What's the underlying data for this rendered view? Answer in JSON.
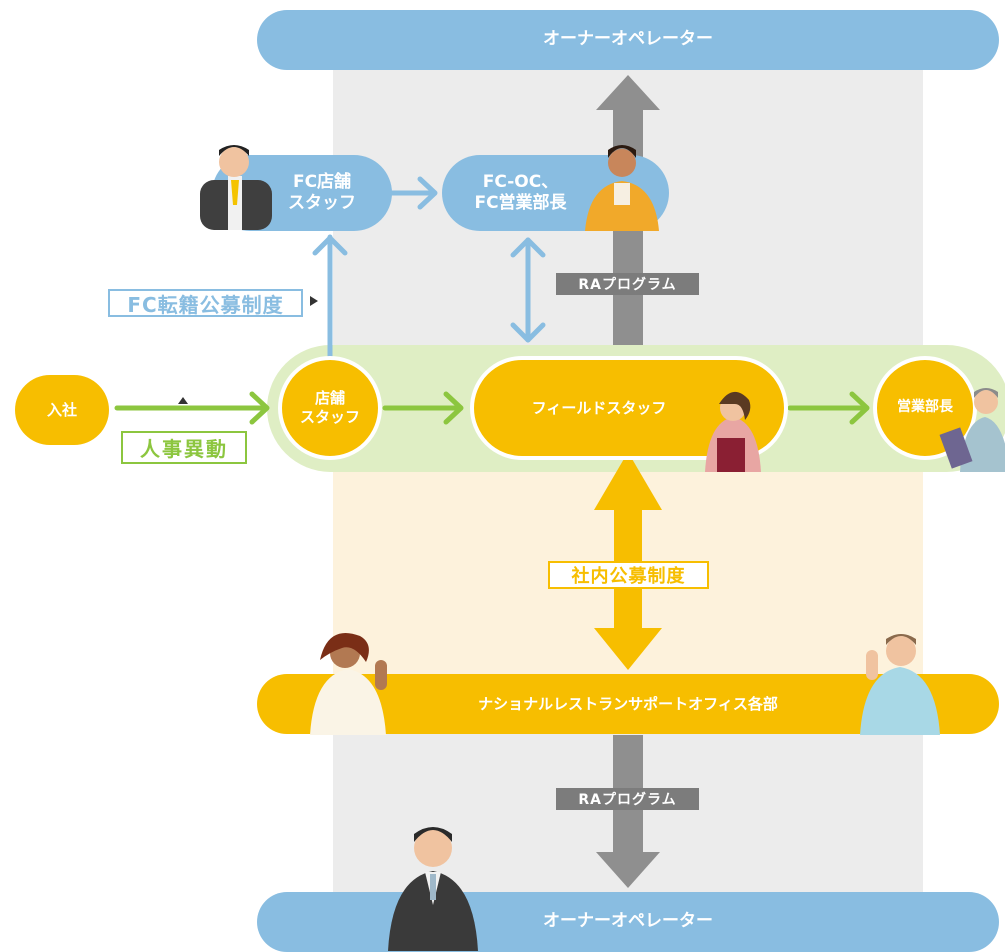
{
  "nodes": {
    "owner_top": "オーナーオペレーター",
    "fc_staff": [
      "FC店舗",
      "スタッフ"
    ],
    "fc_oc": [
      "FC-OC、",
      "FC営業部長"
    ],
    "join": "入社",
    "store_staff": [
      "店舗",
      "スタッフ"
    ],
    "field_staff": "フィールドスタッフ",
    "sales_manager": "営業部長",
    "national_support": "ナショナルレストランサポートオフィス各部",
    "owner_bottom": "オーナーオペレーター"
  },
  "labels": {
    "ra_program_top": "RAプログラム",
    "fc_transfer": "FC転籍公募制度",
    "personnel_transfer": "人事異動",
    "internal_recruit": "社内公募制度",
    "ra_program_bottom": "RAプログラム"
  },
  "colors": {
    "blue": "#89bde1",
    "yellow": "#f7be00",
    "green": "#8cc63f",
    "light_green": "#dfeec4",
    "gray": "#7c7c7c",
    "gray_arrow": "#8f8f8f",
    "gray_band": "#ececec",
    "cream_band": "#fdf2dc"
  }
}
